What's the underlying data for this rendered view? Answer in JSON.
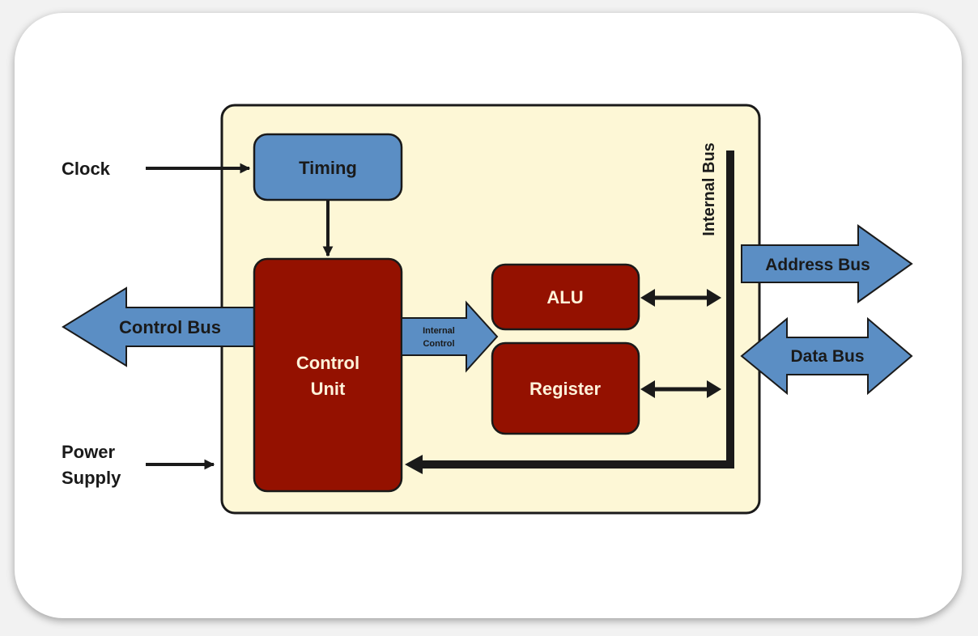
{
  "labels": {
    "clock": "Clock",
    "timing": "Timing",
    "control_bus": "Control Bus",
    "control_unit_line1": "Control",
    "control_unit_line2": "Unit",
    "internal_control_line1": "Internal",
    "internal_control_line2": "Control",
    "alu": "ALU",
    "register": "Register",
    "internal_bus": "Internal Bus",
    "address_bus": "Address Bus",
    "data_bus": "Data Bus",
    "power_supply_line1": "Power",
    "power_supply_line2": "Supply"
  },
  "colors": {
    "cpu_background": "#fdf7d6",
    "blue_block": "#5b8ec4",
    "red_block": "#941100",
    "outline": "#1a1a1a",
    "block_text_light": "#fff2d9"
  }
}
